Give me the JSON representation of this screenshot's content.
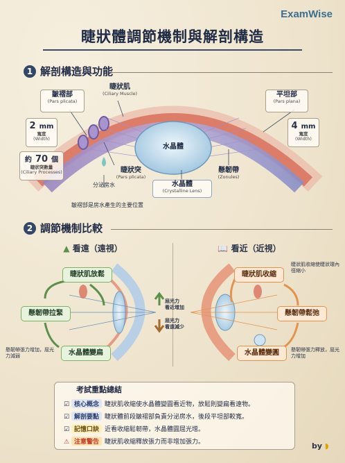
{
  "brand": "ExamWise",
  "title": "睫狀體調節機制與解剖構造",
  "section1": {
    "num": "1",
    "title": "解剖構造與功能"
  },
  "anatomy": {
    "ciliary_muscle": {
      "zh": "睫狀肌",
      "en": "(Ciliary Muscle)"
    },
    "pars_plicata": {
      "zh": "皺褶部",
      "en": "(Pars plicata)"
    },
    "pars_plana": {
      "zh": "平坦部",
      "en": "(Pars plana)"
    },
    "width_left": {
      "value": "2",
      "unit": "mm",
      "zh": "寬度",
      "en": "(Width)"
    },
    "width_right": {
      "value": "4",
      "unit": "mm",
      "zh": "寬度",
      "en": "(Width)"
    },
    "processes": {
      "prefix": "約",
      "value": "70",
      "suffix": "個",
      "zh": "睫狀突數量",
      "en": "(Ciliary Processes)"
    },
    "lens": "水晶體",
    "lens_label": {
      "zh": "水晶體",
      "en": "(Crystalline Lens)"
    },
    "ciliary_process": {
      "zh": "睫狀突",
      "en": "(Pars plicata)"
    },
    "zonules": {
      "zh": "懸韌帶",
      "en": "(Zonules)"
    },
    "aqueous": "分泌房水",
    "aqueous_note": "皺褶部是房水產生的主要位置"
  },
  "section2": {
    "num": "2",
    "title": "調節機制比較"
  },
  "far": {
    "heading": "看遠（遠視）",
    "muscle": "睫狀肌放鬆",
    "zonule": "懸韌帶拉緊",
    "lens": "水晶體變扁",
    "note": "懸韌帶張力增加，屈光力減弱"
  },
  "near": {
    "heading": "看近（近視）",
    "muscle": "睫狀肌收縮",
    "zonule": "懸韌帶鬆弛",
    "lens": "水晶體變圓",
    "note_top": "睫狀肌收縮使睫狀環內徑縮小",
    "note_bottom": "懸韌帶張力釋放，屈光力增加"
  },
  "center": {
    "up_a": "屈光力",
    "up_b": "看近增加",
    "down_a": "屈光力",
    "down_b": "看遠減少"
  },
  "summary": {
    "title": "考試重點總結",
    "rows": [
      {
        "tag": "核心概念",
        "text": "睫狀肌收縮使水晶體變圓看近物，放鬆則變扁看遠物。"
      },
      {
        "tag": "解剖要點",
        "text": "睫狀體前段皺褶部負責分泌房水，後段平坦部較寬。"
      },
      {
        "tag": "記憶口訣",
        "text": "近看收縮鬆韌帶，水晶體圓屈光增。"
      },
      {
        "tag": "注意警告",
        "text": "睫狀肌收縮釋放張力而非增加張力。"
      }
    ]
  },
  "byline": "by",
  "colors": {
    "muscle": "#e07b66",
    "body": "#8b93c6",
    "lens": "#cfe4f3",
    "far_accent": "#7fb063",
    "near_accent": "#e2934f",
    "warn": "#c0392b"
  }
}
